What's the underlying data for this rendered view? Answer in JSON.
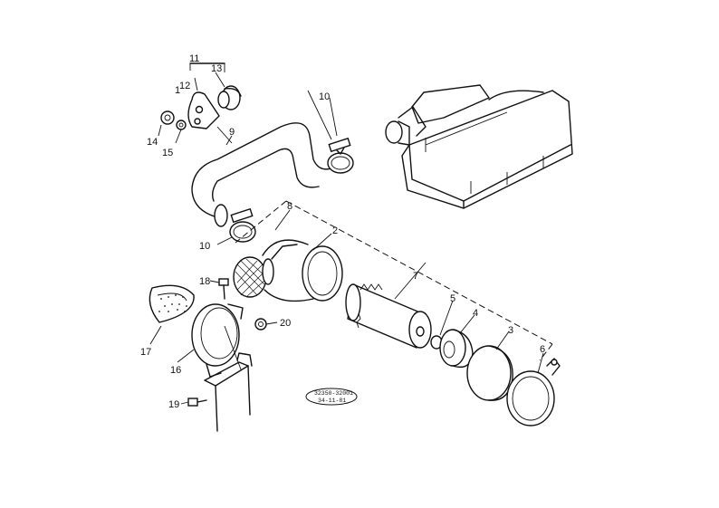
{
  "callouts": {
    "c1": "1",
    "c2": "2",
    "c3": "3",
    "c4": "4",
    "c5": "5",
    "c6": "6",
    "c7": "7",
    "c8": "8",
    "c9": "9",
    "c10a": "10",
    "c10b": "10",
    "c11": "11",
    "c12": "12",
    "c13": "13",
    "c14": "14",
    "c15": "15",
    "c16": "16",
    "c17": "17",
    "c18": "18",
    "c19": "19",
    "c20": "20"
  },
  "stamp": {
    "line1": "32350-32001",
    "line2": "34-11-81"
  }
}
